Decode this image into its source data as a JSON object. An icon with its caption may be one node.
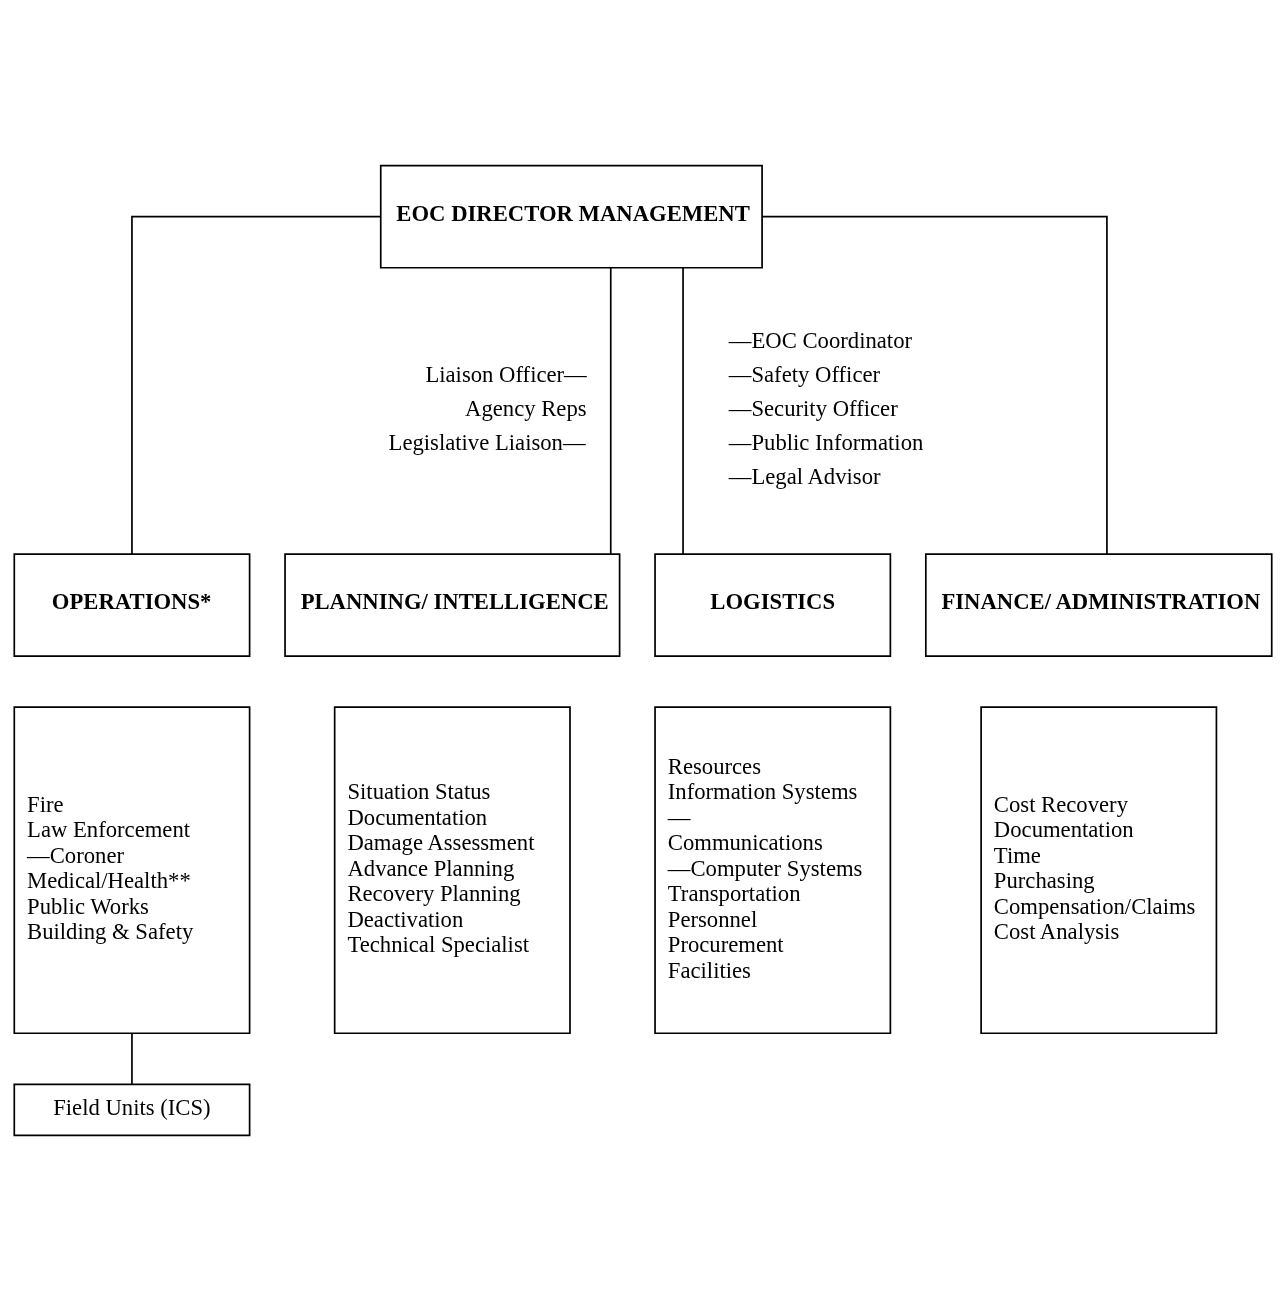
{
  "diagram": {
    "nodes": [
      {
        "text": [
          "EOC DIRECTOR MANAGEMENT"
        ]
      },
      {
        "text": [
          "OPERATIONS*"
        ]
      },
      {
        "text": [
          "PLANNING/ INTELLIGENCE"
        ]
      },
      {
        "text": [
          "LOGISTICS"
        ]
      },
      {
        "text": [
          "FINANCE/ ADMINISTRATION"
        ]
      },
      {
        "text": [
          "Fire",
          "Law Enforcement",
          "—Coroner",
          "Medical/Health**",
          "Public Works",
          "Building & Safety"
        ]
      },
      {
        "text": [
          "Situation Status",
          "Documentation",
          "Damage Assessment",
          "Advance Planning",
          "Recovery Planning",
          "Deactivation",
          "Technical Specialist"
        ]
      },
      {
        "text": [
          "Resources",
          "Information Systems",
          "—",
          "Communications",
          "—Computer Systems",
          "Transportation",
          "Personnel",
          "Procurement",
          "Facilities"
        ]
      },
      {
        "text": [
          "Cost Recovery",
          "Documentation",
          "Time",
          "Purchasing",
          "Compensation/Claims",
          "Cost Analysis"
        ]
      },
      {
        "text": [
          "Field Units (ICS)"
        ]
      }
    ],
    "edges": [
      {
        "from": 0,
        "to": 1,
        "arrow": "none"
      },
      {
        "from": 0,
        "to": 2,
        "arrow": "none"
      },
      {
        "from": 0,
        "to": 3,
        "arrow": "none"
      },
      {
        "from": 0,
        "to": 4,
        "arrow": "none"
      },
      {
        "from": 5,
        "to": 9,
        "arrow": "none"
      }
    ],
    "labels": [
      "Liaison Officer—",
      "Agency Reps",
      "Legislative Liaison—",
      "—EOC Coordinator",
      "—Safety Officer",
      "—Security Officer",
      "—Public Information",
      "—Legal Advisor"
    ]
  }
}
